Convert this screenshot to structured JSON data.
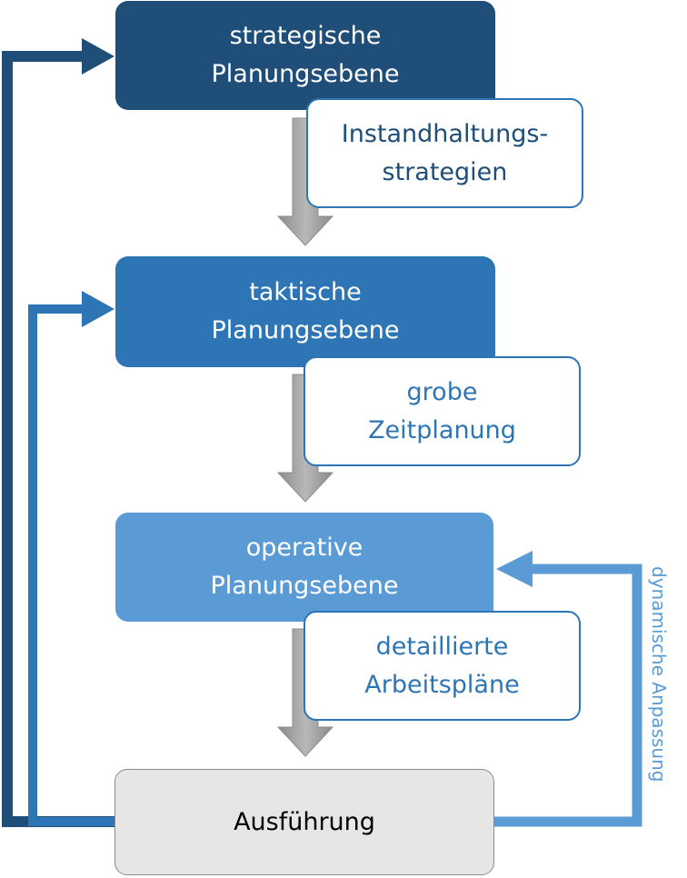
{
  "levels": {
    "strategic": [
      "strategische",
      "Planungsebene"
    ],
    "tactical": [
      "taktische",
      "Planungsebene"
    ],
    "operative": [
      "operative",
      "Planungsebene"
    ]
  },
  "outputs": {
    "strategic": [
      "Instandhaltungs-",
      "strategien"
    ],
    "tactical": [
      "grobe",
      "Zeitplanung"
    ],
    "operative": [
      "detaillierte",
      "Arbeitspläne"
    ]
  },
  "execution": "Ausführung",
  "feedback_label": "dynamische Anpassung",
  "colors": {
    "strategic": "#1f4e79",
    "tactical": "#2e75b6",
    "operative": "#5b9bd5",
    "execution_fill": "#e6e6e6",
    "down_arrow": "#a6a6a6"
  }
}
